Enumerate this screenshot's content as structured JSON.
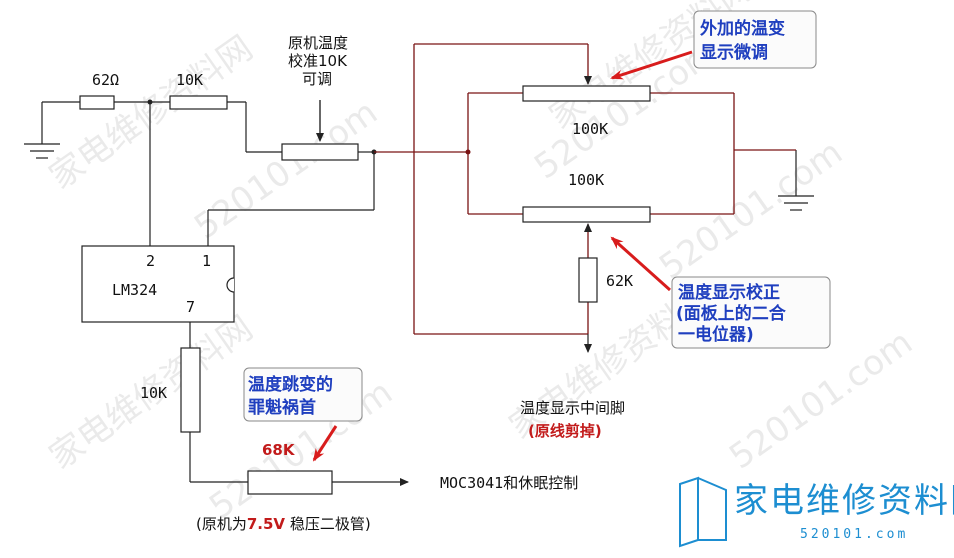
{
  "labels": {
    "r62": "62Ω",
    "r10k_top": "10K",
    "pot_orig_line1": "原机温度",
    "pot_orig_line2": "校准10K",
    "pot_orig_line3": "可调",
    "lm324": "LM324",
    "pin2": "2",
    "pin1": "1",
    "pin7": "7",
    "r10k_bottom": "10K",
    "r68k": "68K",
    "moc": "MOC3041和休眠控制",
    "zener_pre": "(原机为",
    "zener_v": "7.5V",
    "zener_post": " 稳压二极管)",
    "pot_100k_top": "100K",
    "pot_100k_bottom": "100K",
    "r62k": "62K",
    "mid_pin": "温度显示中间脚",
    "mid_pin_note": "(原线剪掉)"
  },
  "callouts": {
    "extra_line1": "外加的温变",
    "extra_line2": "显示微调",
    "jump_line1": "温度跳变的",
    "jump_line2": "罪魁祸首",
    "calib_line1": "温度显示校正",
    "calib_line2": "(面板上的二合",
    "calib_line3": "一电位器)"
  },
  "watermark": {
    "site_cn": "家电维修资料网",
    "url": "520101.com",
    "logo_cn": "家电维修资料网",
    "logo_url": "520101.com"
  },
  "colors": {
    "wire": "#7a1414",
    "callout_text": "#1f3fbf",
    "red_label": "#c21b1b",
    "logo": "#1d8ed1"
  }
}
